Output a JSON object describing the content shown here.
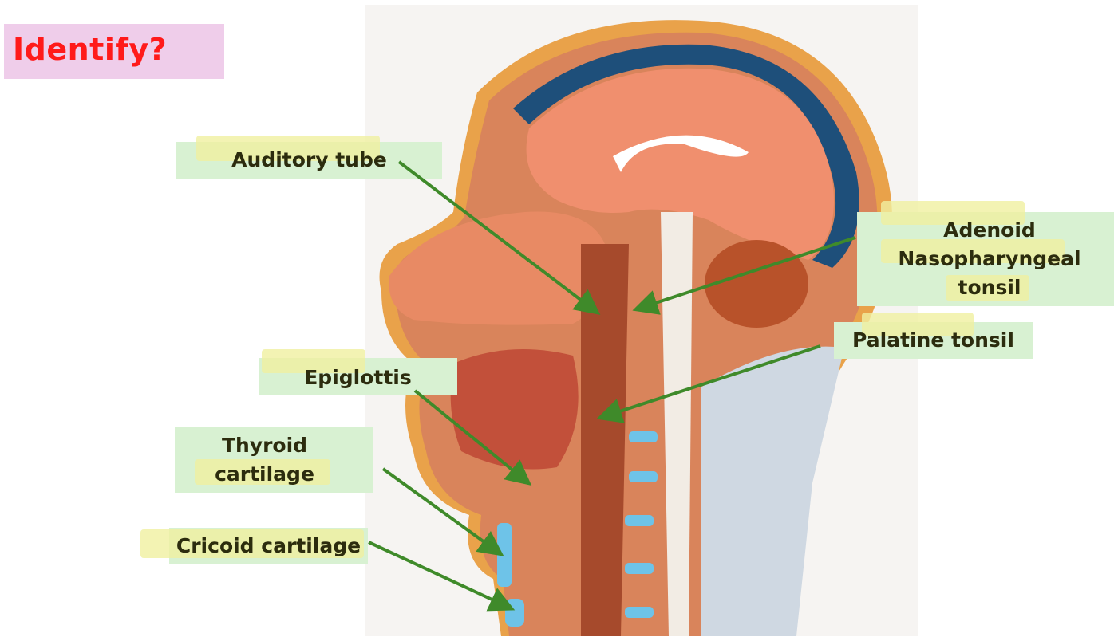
{
  "title": "Identify?",
  "labels": {
    "auditory_tube": "Auditory tube",
    "adenoid_line1": "Adenoid",
    "adenoid_line2": "Nasopharyngeal",
    "adenoid_line3": "tonsil",
    "palatine_tonsil": "Palatine tonsil",
    "epiglottis": "Epiglottis",
    "thyroid_line1": "Thyroid",
    "thyroid_line2": "cartilage",
    "cricoid_cartilage": "Cricoid cartilage"
  },
  "colors": {
    "title_bg": "#efcdea",
    "title_text": "#ff1a1a",
    "label_bg": "#d8f1d2",
    "highlight": "#f0f0a0",
    "arrow": "#3f8a2a",
    "label_text": "#2c2c0e"
  }
}
